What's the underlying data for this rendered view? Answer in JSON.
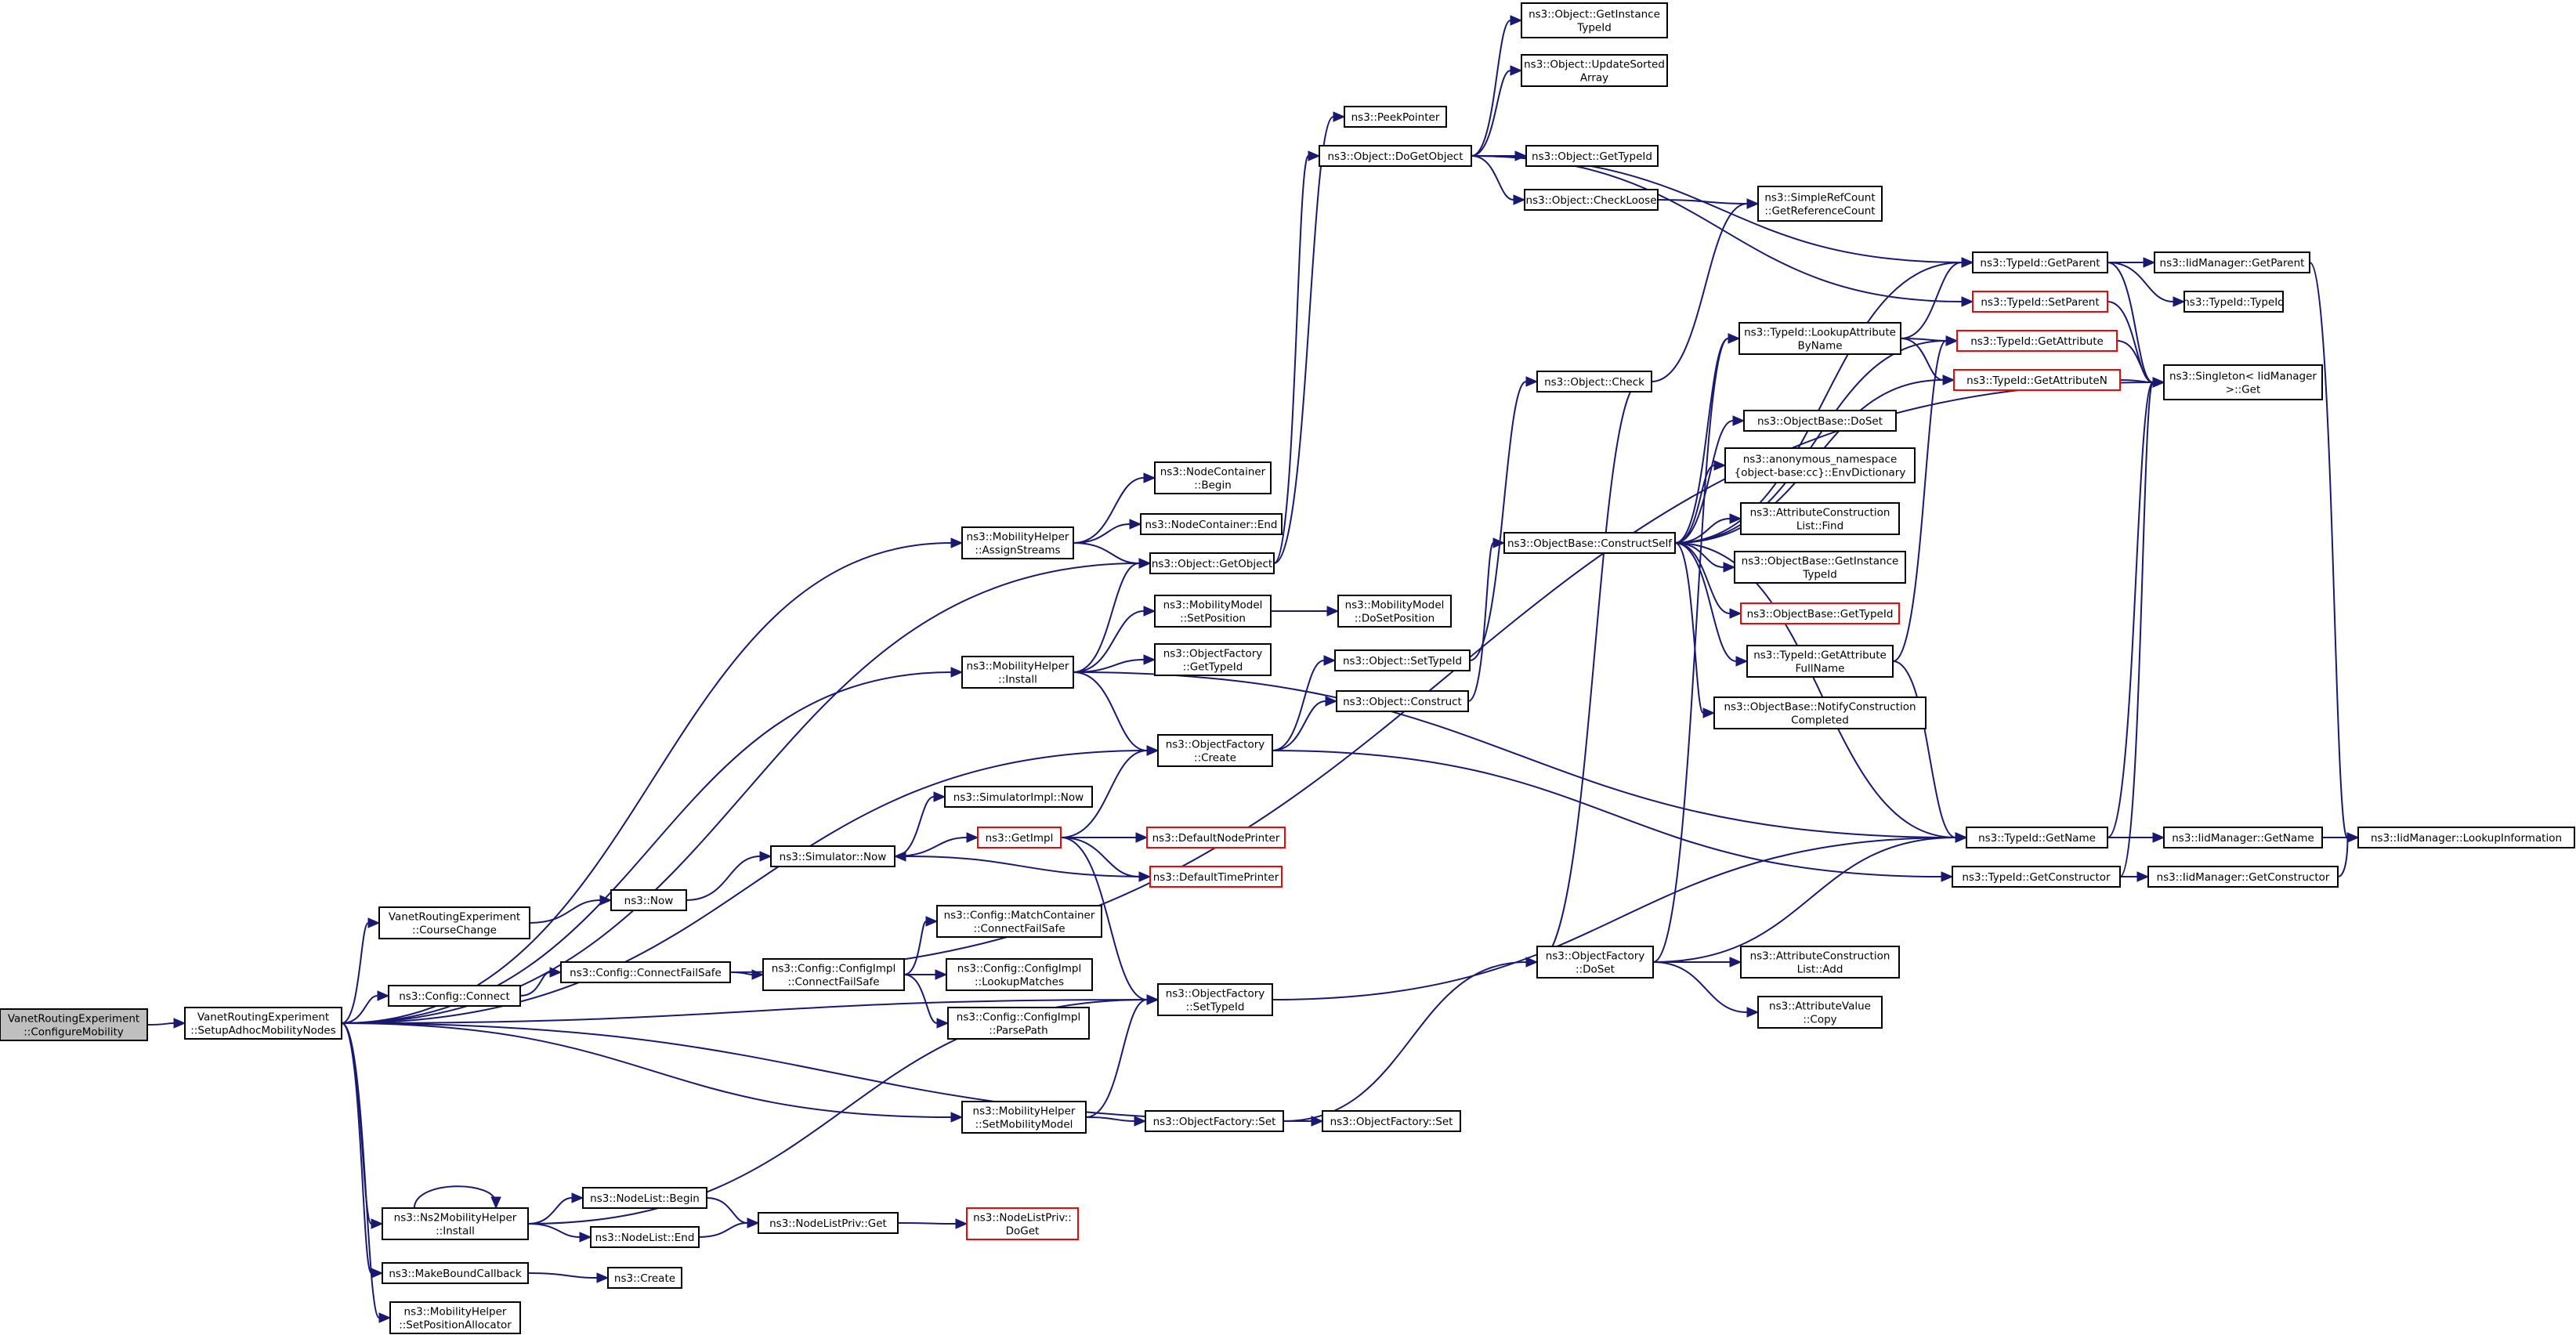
{
  "colors": {
    "edge": "#191970",
    "node_border": "#000000",
    "node_border_truncated": "#ff0000",
    "root_fill": "#bfbfbf",
    "background": "#ffffff"
  },
  "nodes": [
    {
      "id": "n0",
      "lines": [
        "VanetRoutingExperiment",
        "::ConfigureMobility"
      ],
      "style": "root"
    },
    {
      "id": "n1",
      "lines": [
        "VanetRoutingExperiment",
        "::SetupAdhocMobilityNodes"
      ]
    },
    {
      "id": "n2",
      "lines": [
        "ns3::MobilityHelper",
        "::AssignStreams"
      ]
    },
    {
      "id": "n3",
      "lines": [
        "ns3::NodeContainer",
        "::Begin"
      ]
    },
    {
      "id": "n4",
      "lines": [
        "ns3::NodeContainer::End"
      ]
    },
    {
      "id": "n5",
      "lines": [
        "ns3::Object::GetObject"
      ]
    },
    {
      "id": "n6",
      "lines": [
        "ns3::PeekPointer"
      ]
    },
    {
      "id": "n7",
      "lines": [
        "ns3::Object::DoGetObject"
      ]
    },
    {
      "id": "n8",
      "lines": [
        "ns3::Object::GetInstance",
        "TypeId"
      ]
    },
    {
      "id": "n9",
      "lines": [
        "ns3::Object::UpdateSorted",
        "Array"
      ]
    },
    {
      "id": "n10",
      "lines": [
        "ns3::Object::GetTypeId"
      ]
    },
    {
      "id": "n11",
      "lines": [
        "ns3::Object::CheckLoose"
      ]
    },
    {
      "id": "n12",
      "lines": [
        "ns3::SimpleRefCount",
        "::GetReferenceCount"
      ]
    },
    {
      "id": "n13",
      "lines": [
        "ns3::TypeId::GetParent"
      ]
    },
    {
      "id": "n14",
      "lines": [
        "ns3::IidManager::GetParent"
      ]
    },
    {
      "id": "n15",
      "lines": [
        "ns3::TypeId::TypeId"
      ]
    },
    {
      "id": "n16",
      "lines": [
        "ns3::TypeId::SetParent"
      ],
      "style": "truncated"
    },
    {
      "id": "n17",
      "lines": [
        "ns3::Singleton< IidManager",
        " >::Get"
      ]
    },
    {
      "id": "n18",
      "lines": [
        "ns3::IidManager::LookupInformation"
      ]
    },
    {
      "id": "n19",
      "lines": [
        "ns3::MobilityHelper",
        "::Install"
      ]
    },
    {
      "id": "n20",
      "lines": [
        "ns3::MobilityModel",
        "::SetPosition"
      ]
    },
    {
      "id": "n21",
      "lines": [
        "ns3::MobilityModel",
        "::DoSetPosition"
      ]
    },
    {
      "id": "n22",
      "lines": [
        "ns3::ObjectFactory",
        "::GetTypeId"
      ]
    },
    {
      "id": "n23",
      "lines": [
        "ns3::ObjectFactory",
        "::Create"
      ]
    },
    {
      "id": "n24",
      "lines": [
        "ns3::Object::SetTypeId"
      ]
    },
    {
      "id": "n25",
      "lines": [
        "ns3::Object::Check"
      ]
    },
    {
      "id": "n26",
      "lines": [
        "ns3::Object::Construct"
      ]
    },
    {
      "id": "n27",
      "lines": [
        "ns3::ObjectBase::ConstructSelf"
      ]
    },
    {
      "id": "n28",
      "lines": [
        "ns3::TypeId::LookupAttribute",
        "ByName"
      ]
    },
    {
      "id": "n29",
      "lines": [
        "ns3::TypeId::GetAttribute"
      ],
      "style": "truncated"
    },
    {
      "id": "n30",
      "lines": [
        "ns3::TypeId::GetAttributeN"
      ],
      "style": "truncated"
    },
    {
      "id": "n31",
      "lines": [
        "ns3::ObjectBase::DoSet"
      ]
    },
    {
      "id": "n32",
      "lines": [
        "ns3::anonymous_namespace",
        "{object-base:cc}::EnvDictionary"
      ]
    },
    {
      "id": "n33",
      "lines": [
        "ns3::AttributeConstruction",
        "List::Find"
      ]
    },
    {
      "id": "n34",
      "lines": [
        "ns3::ObjectBase::GetInstance",
        "TypeId"
      ]
    },
    {
      "id": "n35",
      "lines": [
        "ns3::ObjectBase::GetTypeId"
      ],
      "style": "truncated"
    },
    {
      "id": "n36",
      "lines": [
        "ns3::TypeId::GetAttribute",
        "FullName"
      ]
    },
    {
      "id": "n37",
      "lines": [
        "ns3::ObjectBase::NotifyConstruction",
        "Completed"
      ]
    },
    {
      "id": "n38",
      "lines": [
        "ns3::TypeId::GetName"
      ]
    },
    {
      "id": "n39",
      "lines": [
        "ns3::IidManager::GetName"
      ]
    },
    {
      "id": "n40",
      "lines": [
        "ns3::TypeId::GetConstructor"
      ]
    },
    {
      "id": "n41",
      "lines": [
        "ns3::IidManager::GetConstructor"
      ]
    },
    {
      "id": "n42",
      "lines": [
        "VanetRoutingExperiment",
        "::CourseChange"
      ]
    },
    {
      "id": "n43",
      "lines": [
        "ns3::Now"
      ]
    },
    {
      "id": "n44",
      "lines": [
        "ns3::Simulator::Now"
      ]
    },
    {
      "id": "n45",
      "lines": [
        "ns3::SimulatorImpl::Now"
      ]
    },
    {
      "id": "n46",
      "lines": [
        "ns3::GetImpl"
      ],
      "style": "truncated"
    },
    {
      "id": "n47",
      "lines": [
        "ns3::DefaultNodePrinter"
      ],
      "style": "truncated"
    },
    {
      "id": "n48",
      "lines": [
        "ns3::DefaultTimePrinter"
      ],
      "style": "truncated"
    },
    {
      "id": "n49",
      "lines": [
        "ns3::Config::Connect"
      ]
    },
    {
      "id": "n50",
      "lines": [
        "ns3::Config::ConnectFailSafe"
      ]
    },
    {
      "id": "n51",
      "lines": [
        "ns3::Config::ConfigImpl",
        "::ConnectFailSafe"
      ]
    },
    {
      "id": "n52",
      "lines": [
        "ns3::Config::MatchContainer",
        "::ConnectFailSafe"
      ]
    },
    {
      "id": "n53",
      "lines": [
        "ns3::Config::ConfigImpl",
        "::LookupMatches"
      ]
    },
    {
      "id": "n54",
      "lines": [
        "ns3::Config::ConfigImpl",
        "::ParsePath"
      ]
    },
    {
      "id": "n55",
      "lines": [
        "ns3::ObjectFactory",
        "::SetTypeId"
      ]
    },
    {
      "id": "n56",
      "lines": [
        "ns3::ObjectFactory",
        "::DoSet"
      ]
    },
    {
      "id": "n57",
      "lines": [
        "ns3::AttributeConstruction",
        "List::Add"
      ]
    },
    {
      "id": "n58",
      "lines": [
        "ns3::AttributeValue",
        "::Copy"
      ]
    },
    {
      "id": "n59",
      "lines": [
        "ns3::MobilityHelper",
        "::SetMobilityModel"
      ]
    },
    {
      "id": "n60",
      "lines": [
        "ns3::ObjectFactory::Set"
      ]
    },
    {
      "id": "n61",
      "lines": [
        "ns3::ObjectFactory::Set"
      ]
    },
    {
      "id": "n62",
      "lines": [
        "ns3::Ns2MobilityHelper",
        "::Install"
      ]
    },
    {
      "id": "n63",
      "lines": [
        "ns3::NodeList::Begin"
      ]
    },
    {
      "id": "n64",
      "lines": [
        "ns3::NodeList::End"
      ]
    },
    {
      "id": "n65",
      "lines": [
        "ns3::NodeListPriv::Get"
      ]
    },
    {
      "id": "n66",
      "lines": [
        "ns3::NodeListPriv::",
        "DoGet"
      ],
      "style": "truncated"
    },
    {
      "id": "n67",
      "lines": [
        "ns3::MakeBoundCallback"
      ]
    },
    {
      "id": "n68",
      "lines": [
        "ns3::Create"
      ]
    },
    {
      "id": "n69",
      "lines": [
        "ns3::MobilityHelper",
        "::SetPositionAllocator"
      ]
    }
  ],
  "edges": [
    [
      "n0",
      "n1"
    ],
    [
      "n1",
      "n2"
    ],
    [
      "n1",
      "n5"
    ],
    [
      "n1",
      "n19"
    ],
    [
      "n1",
      "n23"
    ],
    [
      "n1",
      "n42"
    ],
    [
      "n1",
      "n49"
    ],
    [
      "n1",
      "n55"
    ],
    [
      "n1",
      "n59"
    ],
    [
      "n1",
      "n61"
    ],
    [
      "n1",
      "n62"
    ],
    [
      "n1",
      "n67"
    ],
    [
      "n1",
      "n69"
    ],
    [
      "n2",
      "n3"
    ],
    [
      "n2",
      "n4"
    ],
    [
      "n2",
      "n5"
    ],
    [
      "n5",
      "n6"
    ],
    [
      "n5",
      "n7"
    ],
    [
      "n7",
      "n8"
    ],
    [
      "n7",
      "n9"
    ],
    [
      "n7",
      "n10"
    ],
    [
      "n7",
      "n11"
    ],
    [
      "n7",
      "n13"
    ],
    [
      "n7",
      "n16"
    ],
    [
      "n11",
      "n12"
    ],
    [
      "n13",
      "n14"
    ],
    [
      "n13",
      "n15"
    ],
    [
      "n13",
      "n17"
    ],
    [
      "n14",
      "n18"
    ],
    [
      "n16",
      "n17"
    ],
    [
      "n19",
      "n5"
    ],
    [
      "n19",
      "n20"
    ],
    [
      "n19",
      "n22"
    ],
    [
      "n19",
      "n23"
    ],
    [
      "n19",
      "n38"
    ],
    [
      "n20",
      "n21"
    ],
    [
      "n23",
      "n24"
    ],
    [
      "n23",
      "n26"
    ],
    [
      "n23",
      "n40"
    ],
    [
      "n24",
      "n25"
    ],
    [
      "n25",
      "n12"
    ],
    [
      "n26",
      "n27"
    ],
    [
      "n27",
      "n13"
    ],
    [
      "n27",
      "n28"
    ],
    [
      "n27",
      "n29"
    ],
    [
      "n27",
      "n30"
    ],
    [
      "n27",
      "n31"
    ],
    [
      "n27",
      "n32"
    ],
    [
      "n27",
      "n33"
    ],
    [
      "n27",
      "n34"
    ],
    [
      "n27",
      "n35"
    ],
    [
      "n27",
      "n36"
    ],
    [
      "n27",
      "n37"
    ],
    [
      "n27",
      "n38"
    ],
    [
      "n28",
      "n13"
    ],
    [
      "n28",
      "n29"
    ],
    [
      "n28",
      "n30"
    ],
    [
      "n29",
      "n17"
    ],
    [
      "n30",
      "n17"
    ],
    [
      "n36",
      "n38"
    ],
    [
      "n36",
      "n29"
    ],
    [
      "n38",
      "n17"
    ],
    [
      "n38",
      "n39"
    ],
    [
      "n39",
      "n18"
    ],
    [
      "n40",
      "n17"
    ],
    [
      "n40",
      "n41"
    ],
    [
      "n41",
      "n18"
    ],
    [
      "n42",
      "n43"
    ],
    [
      "n43",
      "n44"
    ],
    [
      "n44",
      "n45"
    ],
    [
      "n44",
      "n46"
    ],
    [
      "n46",
      "n23"
    ],
    [
      "n46",
      "n47"
    ],
    [
      "n46",
      "n48"
    ],
    [
      "n46",
      "n55"
    ],
    [
      "n48",
      "n44"
    ],
    [
      "n49",
      "n50"
    ],
    [
      "n50",
      "n51"
    ],
    [
      "n50",
      "n17"
    ],
    [
      "n51",
      "n52"
    ],
    [
      "n51",
      "n53"
    ],
    [
      "n51",
      "n54"
    ],
    [
      "n55",
      "n38"
    ],
    [
      "n56",
      "n25"
    ],
    [
      "n56",
      "n28"
    ],
    [
      "n56",
      "n38"
    ],
    [
      "n56",
      "n57"
    ],
    [
      "n56",
      "n58"
    ],
    [
      "n59",
      "n55"
    ],
    [
      "n59",
      "n60"
    ],
    [
      "n60",
      "n56"
    ],
    [
      "n60",
      "n61"
    ],
    [
      "n62",
      "n62"
    ],
    [
      "n62",
      "n55"
    ],
    [
      "n62",
      "n63"
    ],
    [
      "n62",
      "n64"
    ],
    [
      "n63",
      "n65"
    ],
    [
      "n64",
      "n65"
    ],
    [
      "n65",
      "n66"
    ],
    [
      "n67",
      "n68"
    ]
  ]
}
